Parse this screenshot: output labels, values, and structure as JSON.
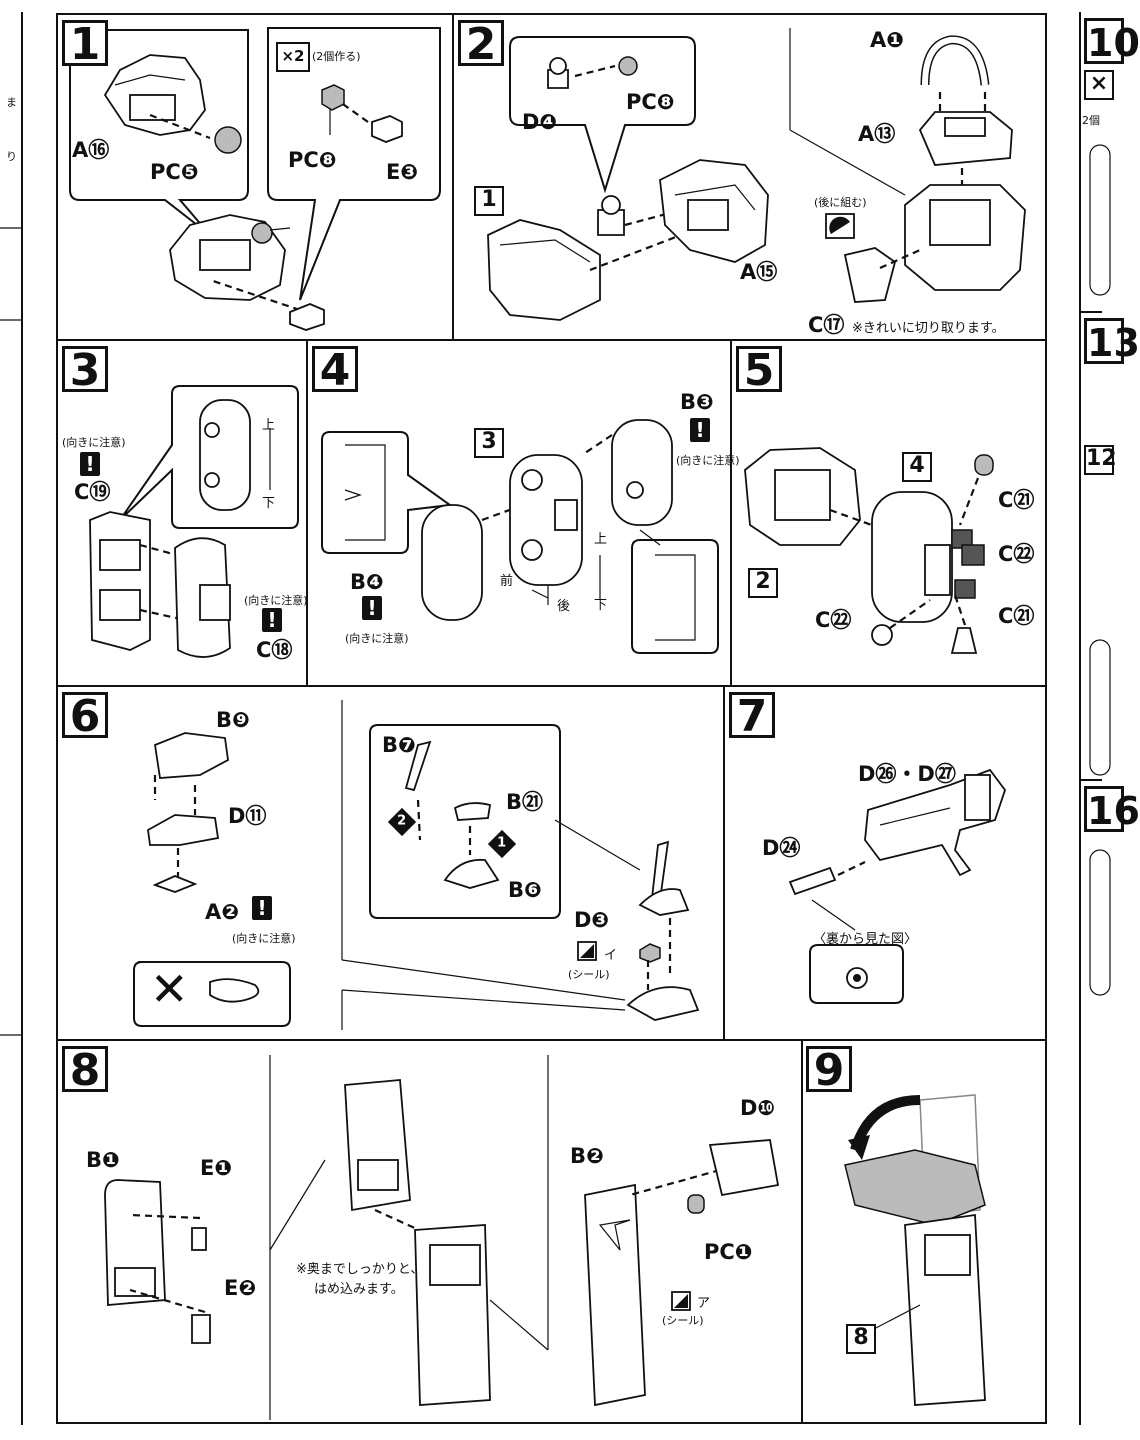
{
  "steps": {
    "s1": {
      "num": "1",
      "mult": "×2",
      "mult_note": "(2個作る)",
      "labels": [
        "A⑯",
        "PC❺",
        "PC❽",
        "E❸"
      ]
    },
    "s2": {
      "num": "2",
      "ref": "1",
      "labels": [
        "D❹",
        "PC❽",
        "A⑮",
        "A❶",
        "A⑬",
        "C⑰"
      ],
      "later": "(後に組む)",
      "cut_note": "※きれいに切り取ります。"
    },
    "s3": {
      "num": "3",
      "labels": [
        "C⑲",
        "C⑱"
      ],
      "orient": "(向きに注意)",
      "up": "上",
      "down": "下"
    },
    "s4": {
      "num": "4",
      "ref": "3",
      "labels": [
        "B❸",
        "B❹"
      ],
      "orient": "(向きに注意)",
      "front": "前",
      "back": "後",
      "up": "上",
      "down": "下"
    },
    "s5": {
      "num": "5",
      "refs": [
        "4",
        "2"
      ],
      "labels": [
        "C㉑",
        "C㉒",
        "C㉒",
        "C㉑"
      ]
    },
    "s6": {
      "num": "6",
      "labels": [
        "B❾",
        "D⑪",
        "A❷",
        "B❼",
        "B㉑",
        "B❻",
        "D❸"
      ],
      "orient": "(向きに注意)",
      "seal_mark": "イ",
      "seal": "(シール)",
      "wrong": "✕",
      "order1": "1",
      "order2": "2"
    },
    "s7": {
      "num": "7",
      "labels": [
        "D㉖・D㉗",
        "D㉔"
      ],
      "view": "〈裏から見た図〉"
    },
    "s8": {
      "num": "8",
      "labels": [
        "B❶",
        "E❶",
        "E❷",
        "B❷",
        "D❿",
        "PC❶"
      ],
      "note1": "※奥までしっかりと、",
      "note2": "はめ込みます。",
      "seal_mark": "ア",
      "seal": "(シール)"
    },
    "s9": {
      "num": "9",
      "ref": "8"
    }
  },
  "right_edge": {
    "nums": [
      "10",
      "13",
      "16"
    ],
    "mult": "×",
    "note": "2個",
    "ref": "12"
  },
  "left_edge": {
    "frag1": "ま",
    "frag2": "り"
  }
}
